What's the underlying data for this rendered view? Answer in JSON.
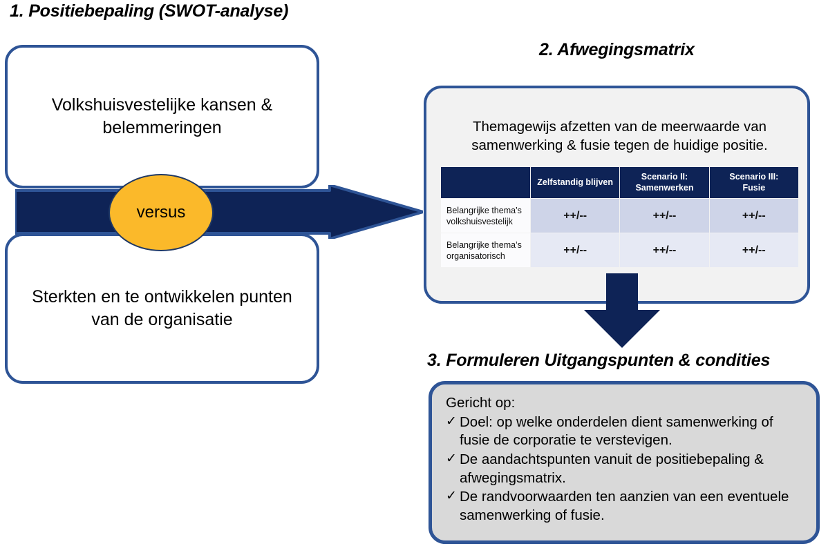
{
  "sections": {
    "one": {
      "heading": "1. Positiebepaling (SWOT-analyse)"
    },
    "two": {
      "heading": "2. Afwegingsmatrix"
    },
    "three": {
      "heading": "3. Formuleren Uitgangspunten & condities"
    }
  },
  "swot": {
    "top_box": "Volkshuisvestelijke kansen & belemmeringen",
    "bottom_box": "Sterkten en te ontwikkelen punten van de organisatie",
    "versus_label": "versus"
  },
  "matrix": {
    "intro": "Themagewijs afzetten van de meerwaarde van samenwerking & fusie tegen de huidige positie.",
    "columns": [
      "",
      "Zelfstandig blijven",
      "Scenario II:\nSamenwerken",
      "Scenario III:\nFusie"
    ],
    "column_headers": [
      {
        "line1": "",
        "line2": ""
      },
      {
        "line1": "Zelfstandig blijven",
        "line2": ""
      },
      {
        "line1": "Scenario II:",
        "line2": "Samenwerken"
      },
      {
        "line1": "Scenario III:",
        "line2": "Fusie"
      }
    ],
    "rows": [
      {
        "label_line1": "Belangrijke thema’s",
        "label_line2": "volkshuisvestelijk",
        "scores": [
          "++/--",
          "++/--",
          "++/--"
        ]
      },
      {
        "label_line1": "Belangrijke thema’s",
        "label_line2": "organisatorisch",
        "scores": [
          "++/--",
          "++/--",
          "++/--"
        ]
      }
    ]
  },
  "conditions": {
    "intro": "Gericht op:",
    "check_glyph": "✓",
    "items": [
      "Doel: op welke onderdelen dient samenwerking of fusie de corporatie te verstevigen.",
      "De aandachtspunten vanuit de positiebepaling & afwegingsmatrix.",
      "De randvoorwaarden ten aanzien van een eventuele samenwerking of fusie."
    ]
  },
  "colors": {
    "navy_dark": "#0E2356",
    "blue_border": "#2E5496",
    "amber": "#FBB92A",
    "card_gray_light": "#F2F2F2",
    "card_gray": "#D9D9D9",
    "row_shade_a": "#CED4E8",
    "row_shade_b": "#E6E9F4"
  }
}
